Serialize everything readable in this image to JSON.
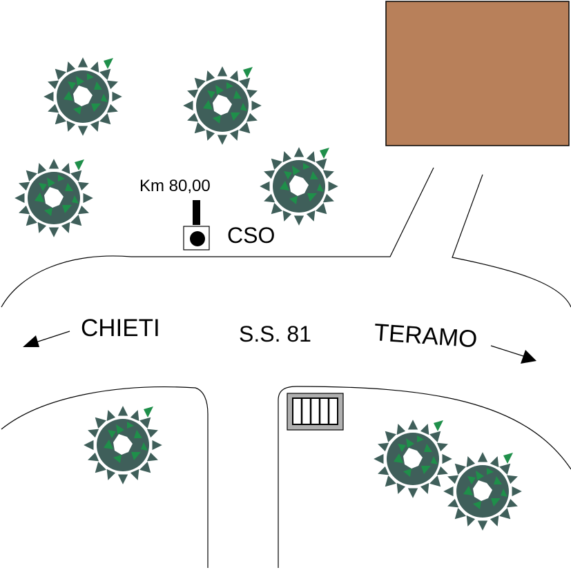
{
  "map": {
    "labels": {
      "km_marker": "Km 80,00",
      "cso": "CSO",
      "road_name": "S.S. 81",
      "direction_left": "CHIETI",
      "direction_right": "TERAMO"
    },
    "colors": {
      "building": "#b8805a",
      "tree_dark": "#3f5f5a",
      "tree_light": "#1f8f4a",
      "drain_grate": "#b0b0b0"
    },
    "icons": {
      "km_marker": "post-icon",
      "cso": "circle-in-square-icon",
      "drain": "grate-icon",
      "tree": "tree-icon",
      "direction": "arrow-icon"
    }
  }
}
